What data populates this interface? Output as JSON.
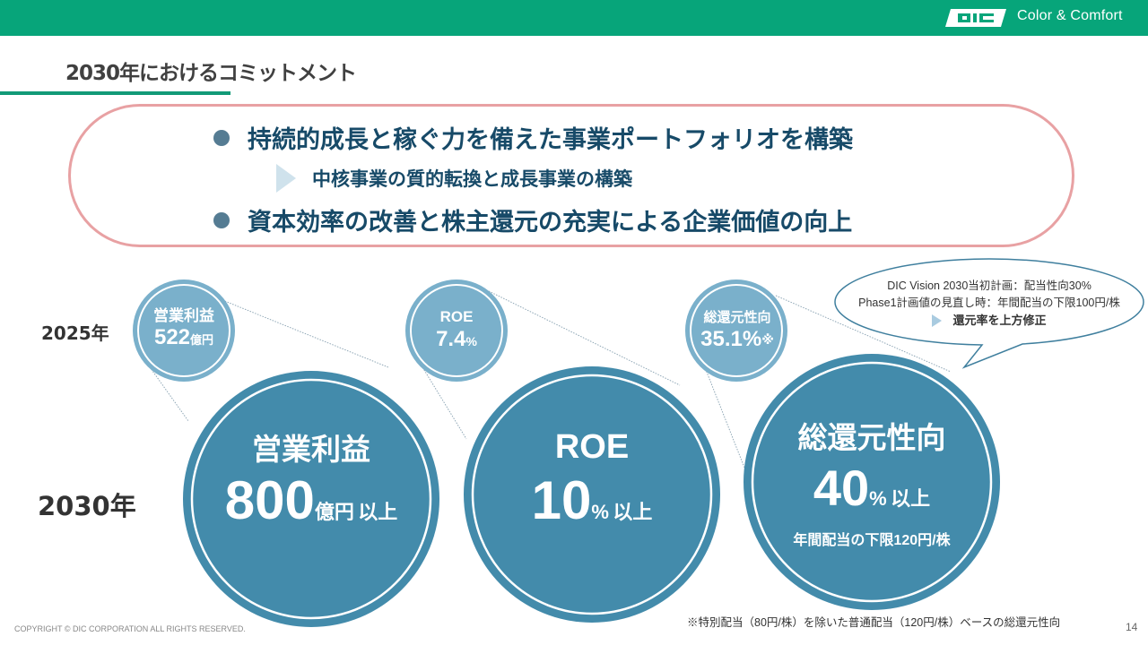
{
  "header": {
    "brand_logo": "DIC",
    "tagline": "Color & Comfort",
    "bar_color": "#07a57a"
  },
  "page_title": "2030年におけるコミットメント",
  "commitments": {
    "bullets": [
      "持続的成長と稼ぐ力を備えた事業ポートフォリオを構築",
      "中核事業の質的転換と成長事業の構築",
      "資本効率の改善と株主還元の充実による企業価値の向上"
    ]
  },
  "year_labels": {
    "current": "2025年",
    "target": "2030年"
  },
  "kpis_2025": [
    {
      "label": "営業利益",
      "value": "522",
      "unit": "億円",
      "note": ""
    },
    {
      "label": "ROE",
      "value": "7.4",
      "unit": "%",
      "note": ""
    },
    {
      "label": "総還元性向",
      "value": "35.1%",
      "unit": "",
      "note": "※"
    }
  ],
  "kpis_2030": [
    {
      "label": "営業利益",
      "value": "800",
      "unit": "億円",
      "qualifier": "以上",
      "sub": ""
    },
    {
      "label": "ROE",
      "value": "10",
      "unit": "%",
      "qualifier": "以上",
      "sub": ""
    },
    {
      "label": "総還元性向",
      "value": "40",
      "unit": "%",
      "qualifier": "以上",
      "sub": "年間配当の下限120円/株"
    }
  ],
  "callout": {
    "line1": "DIC Vision 2030当初計画：配当性向30%",
    "line2": "Phase1計画値の見直し時：年間配当の下限100円/株",
    "line3": "還元率を上方修正"
  },
  "footnote": "※特別配当（80円/株）を除いた普通配当（120円/株）ベースの総還元性向",
  "copyright": "COPYRIGHT © DIC CORPORATION ALL RIGHTS RESERVED.",
  "page_number": "14",
  "colors": {
    "small_circle": "#7ab0cb",
    "big_circle": "#438bab",
    "commit_border": "#e8a1a3",
    "bullet_text": "#174a68"
  }
}
